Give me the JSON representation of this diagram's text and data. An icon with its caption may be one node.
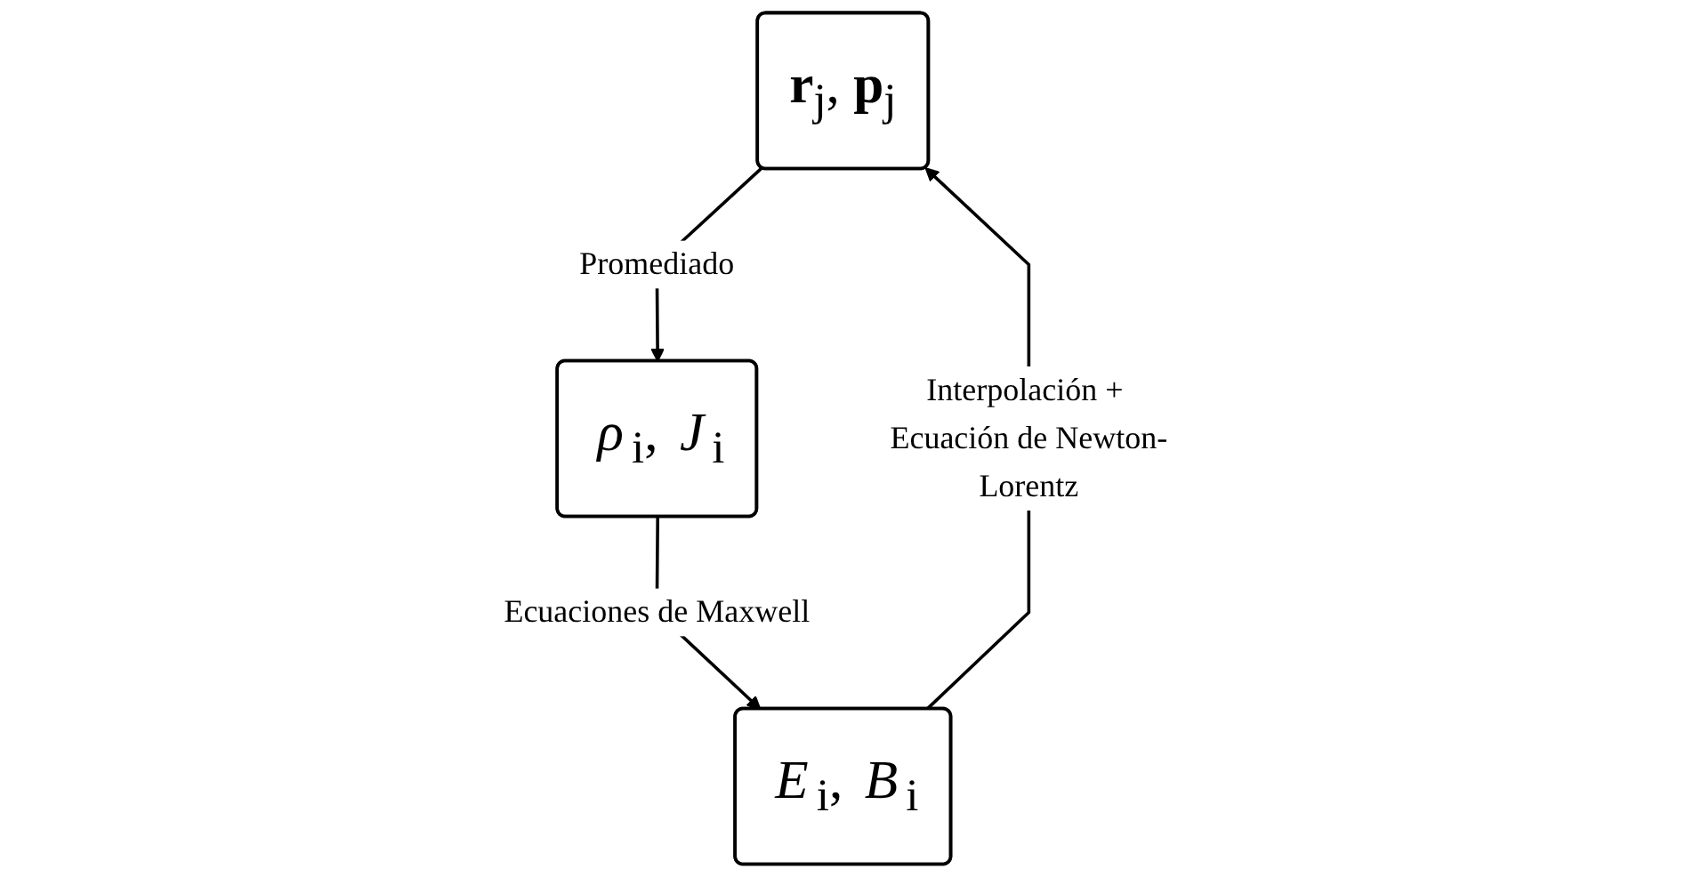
{
  "diagram": {
    "nodes": [
      {
        "text": [
          "**r**$_{j}$, **p**$_{j}$"
        ]
      },
      {
        "text": [
          "*E*$_{i}$, *B*$_{i}$"
        ]
      },
      {
        "text": [
          "*ρ*$_{i}$, *J*$_{i}$"
        ]
      }
    ],
    "edges": [
      {
        "from": 1,
        "to": 0,
        "arrow": "to",
        "label": "Interpolación + Ecuación de Newton-Lorentz"
      },
      {
        "from": 0,
        "to": 2,
        "arrow": "to",
        "label": "Promediado"
      },
      {
        "from": 2,
        "to": 1,
        "arrow": "to",
        "label": "Ecuaciones de Maxwell"
      }
    ]
  }
}
